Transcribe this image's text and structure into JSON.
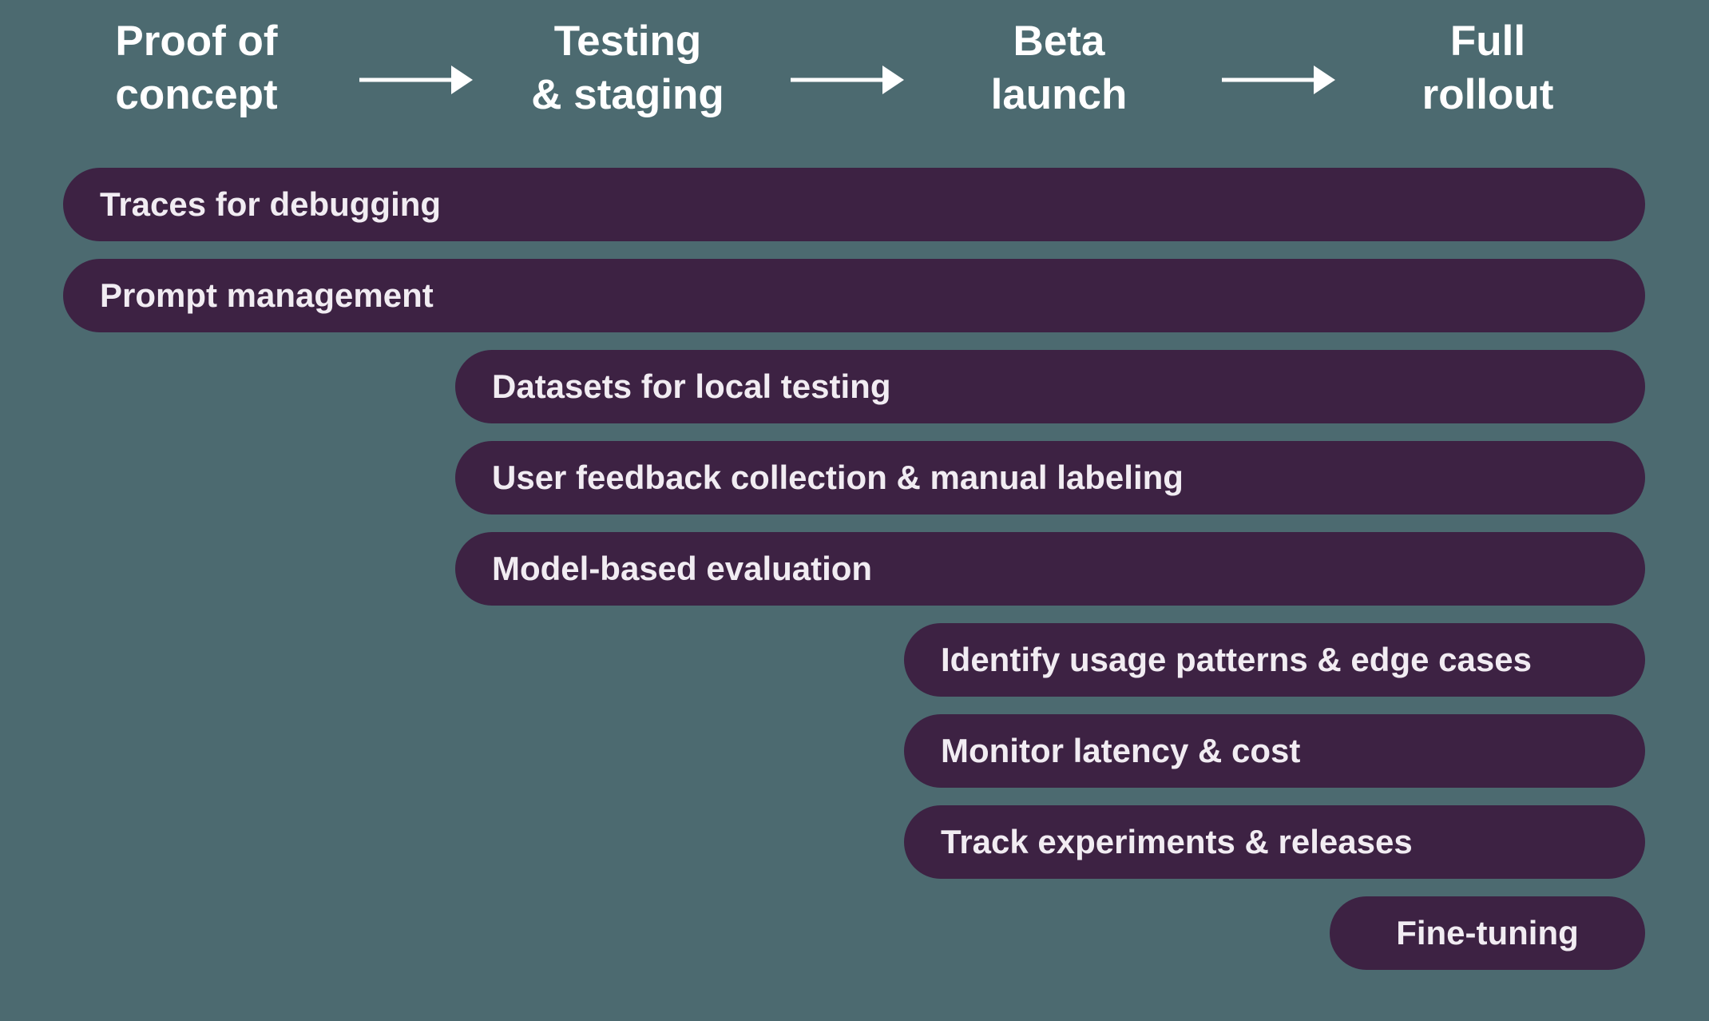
{
  "colors": {
    "background": "#4C6A70",
    "bar": "#3D2243",
    "bar_text": "#F1ECF2",
    "header_text": "#FFFFFF",
    "arrow": "#FFFFFF"
  },
  "phases": [
    {
      "name": "Proof of concept",
      "lines": [
        "Proof of",
        "concept"
      ]
    },
    {
      "name": "Testing & staging",
      "lines": [
        "Testing",
        "& staging"
      ]
    },
    {
      "name": "Beta launch",
      "lines": [
        "Beta",
        "launch"
      ]
    },
    {
      "name": "Full rollout",
      "lines": [
        "Full",
        "rollout"
      ]
    }
  ],
  "arrows": [
    "arrow-right-icon",
    "arrow-right-icon",
    "arrow-right-icon"
  ],
  "bars": [
    {
      "label": "Traces for debugging",
      "starts_at_phase": "Proof of concept"
    },
    {
      "label": "Prompt management",
      "starts_at_phase": "Proof of concept"
    },
    {
      "label": "Datasets for local testing",
      "starts_at_phase": "Testing & staging"
    },
    {
      "label": "User feedback collection & manual labeling",
      "starts_at_phase": "Testing & staging"
    },
    {
      "label": "Model-based evaluation",
      "starts_at_phase": "Testing & staging"
    },
    {
      "label": "Identify usage patterns & edge cases",
      "starts_at_phase": "Beta launch"
    },
    {
      "label": "Monitor latency & cost",
      "starts_at_phase": "Beta launch"
    },
    {
      "label": "Track experiments & releases",
      "starts_at_phase": "Beta launch"
    },
    {
      "label": "Fine-tuning",
      "starts_at_phase": "Full rollout"
    }
  ]
}
